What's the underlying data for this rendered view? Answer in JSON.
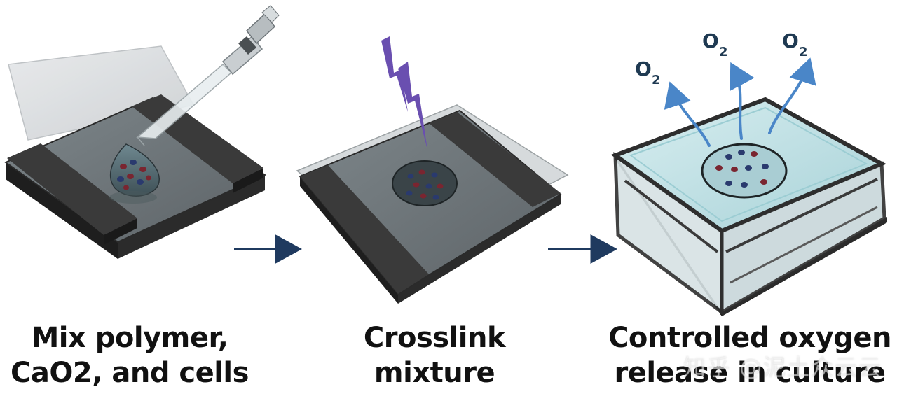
{
  "steps": [
    {
      "line1": "Mix polymer,",
      "line2": "CaO2, and cells"
    },
    {
      "line1": "Crosslink",
      "line2": "mixture"
    },
    {
      "line1": "Controlled oxygen",
      "line2": "release in culture"
    }
  ],
  "oxygen_labels": [
    {
      "main": "O",
      "sub": "2"
    },
    {
      "main": "O",
      "sub": "2"
    },
    {
      "main": "O",
      "sub": "2"
    }
  ],
  "watermark": "知乎 @泥土众云云",
  "colors": {
    "arrow": "#1f3a5f",
    "lightning": "#6a4fb0",
    "oxygen_arrow": "#4a86c8",
    "dark_frame": "#2e2e2e",
    "glass": "#8e9aa0",
    "culture_medium": "#bfe3e6",
    "red_cell": "#7a2530",
    "blue_cell": "#2a3a6e"
  },
  "icons": [
    "pipette-icon",
    "lightning-icon",
    "arrow-right-icon",
    "oxygen-arrow-icon"
  ]
}
